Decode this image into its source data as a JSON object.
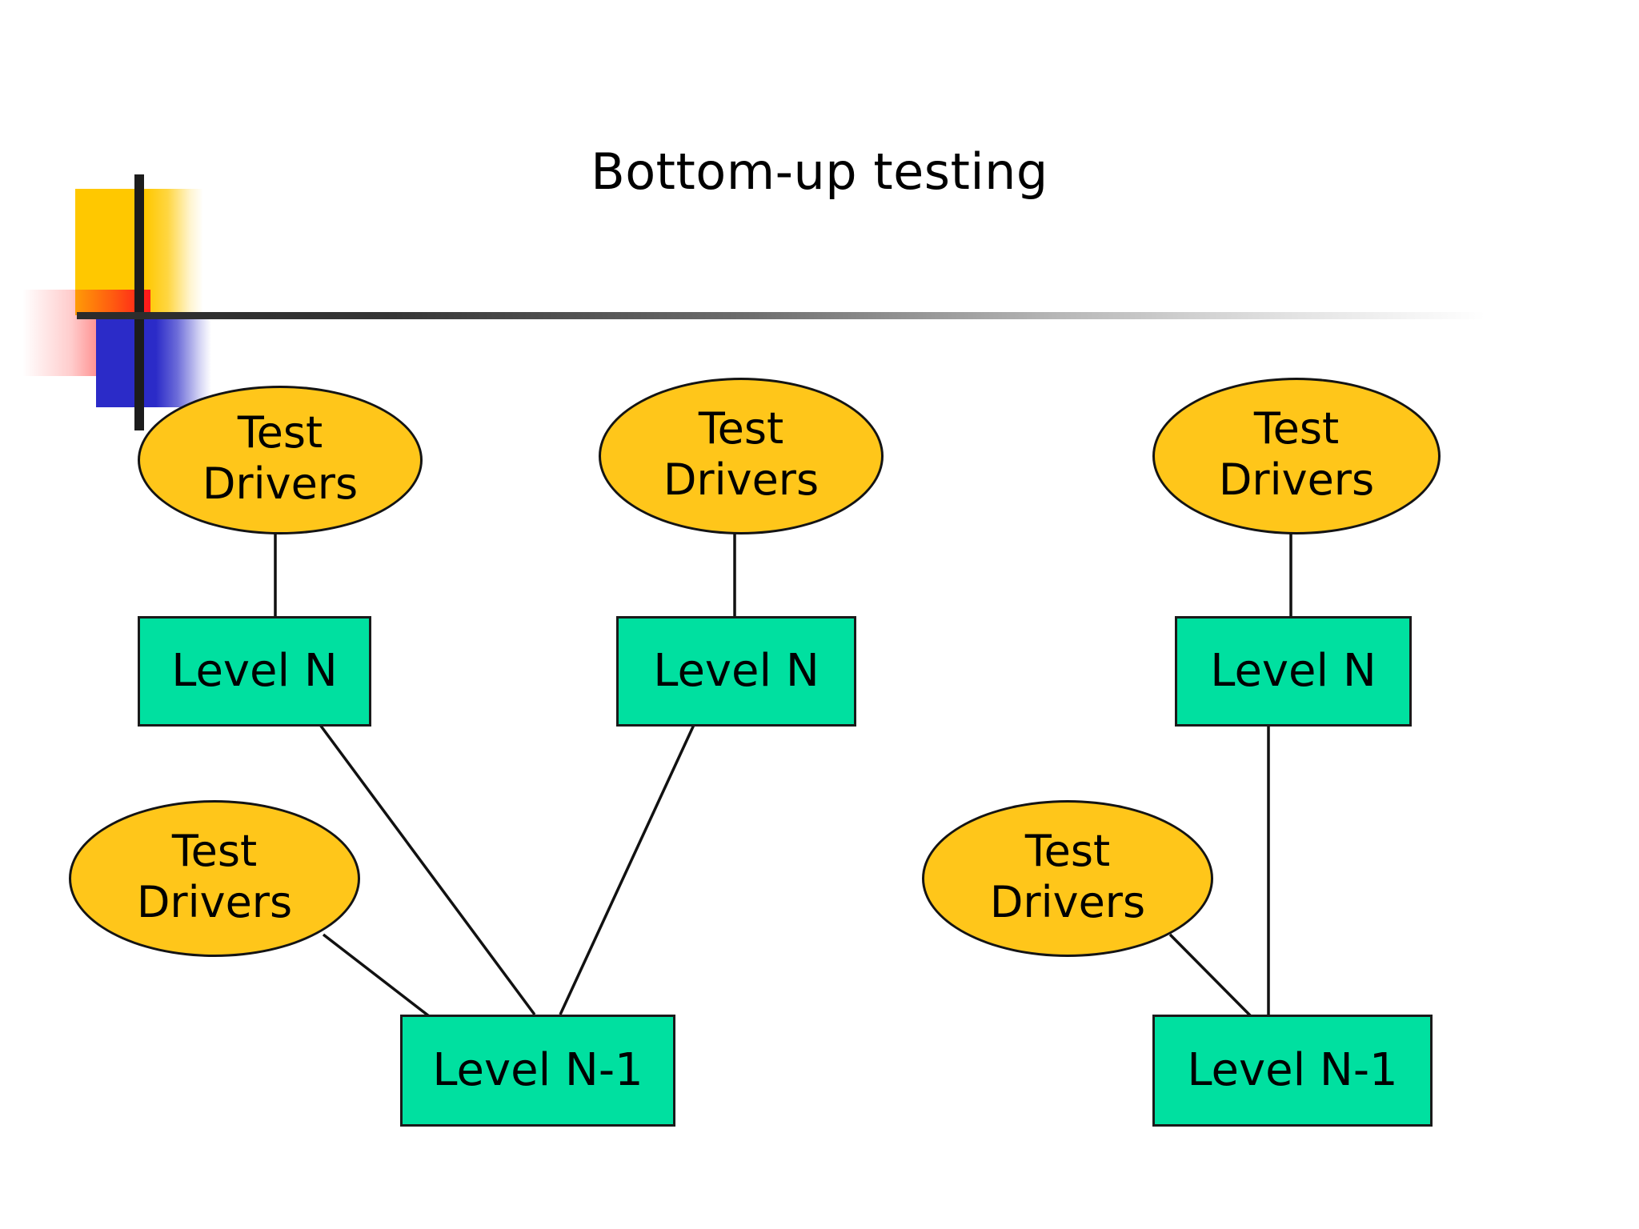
{
  "slide": {
    "title": "Bottom-up testing",
    "background_color": "#ffffff"
  },
  "theme": {
    "ellipse_fill": "#FFC61A",
    "box_fill": "#00E0A0",
    "outline": "#141414",
    "text_color": "#000000",
    "logo_yellow": "#FFC800",
    "logo_red": "#FF1A1A",
    "logo_blue": "#2B2BC8",
    "rule_color": "#2b2b2b"
  },
  "nodes": [
    {
      "id": "td-1",
      "type": "ellipse",
      "line1": "Test",
      "line2": "Drivers",
      "group": "left"
    },
    {
      "id": "td-2",
      "type": "ellipse",
      "line1": "Test",
      "line2": "Drivers",
      "group": "middle"
    },
    {
      "id": "td-3",
      "type": "ellipse",
      "line1": "Test",
      "line2": "Drivers",
      "group": "right"
    },
    {
      "id": "td-4",
      "type": "ellipse",
      "line1": "Test",
      "line2": "Drivers",
      "group": "left-lower"
    },
    {
      "id": "td-5",
      "type": "ellipse",
      "line1": "Test",
      "line2": "Drivers",
      "group": "right-lower"
    },
    {
      "id": "lvl-n-1",
      "type": "box",
      "label": "Level N",
      "group": "left"
    },
    {
      "id": "lvl-n-2",
      "type": "box",
      "label": "Level N",
      "group": "middle"
    },
    {
      "id": "lvl-n-3",
      "type": "box",
      "label": "Level N",
      "group": "right"
    },
    {
      "id": "lvl-nm1-1",
      "type": "box",
      "label": "Level N-1",
      "group": "left"
    },
    {
      "id": "lvl-nm1-2",
      "type": "box",
      "label": "Level N-1",
      "group": "right"
    }
  ],
  "edges": [
    {
      "from": "td-1",
      "to": "lvl-n-1",
      "shape": "vertical"
    },
    {
      "from": "td-2",
      "to": "lvl-n-2",
      "shape": "vertical"
    },
    {
      "from": "td-3",
      "to": "lvl-n-3",
      "shape": "vertical"
    },
    {
      "from": "lvl-n-1",
      "to": "lvl-nm1-1",
      "shape": "diagonal"
    },
    {
      "from": "lvl-n-2",
      "to": "lvl-nm1-1",
      "shape": "diagonal"
    },
    {
      "from": "td-4",
      "to": "lvl-nm1-1",
      "shape": "diagonal"
    },
    {
      "from": "lvl-n-3",
      "to": "lvl-nm1-2",
      "shape": "vertical"
    },
    {
      "from": "td-5",
      "to": "lvl-nm1-2",
      "shape": "diagonal"
    }
  ]
}
